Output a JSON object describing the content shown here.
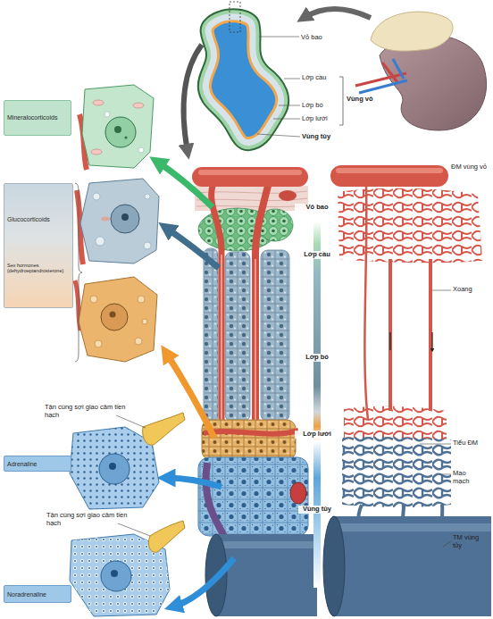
{
  "diagram": {
    "nodes": [
      {
        "text": [
          "Mineralocorticoids"
        ]
      },
      {
        "text": [
          "Glucocorticoids",
          "Sex hormones (dehydroepiandrosterone)"
        ]
      },
      {
        "text": [
          "Adrenaline"
        ]
      },
      {
        "text": [
          "Noradrenaline"
        ]
      }
    ],
    "labels": [
      "Vỏ bao",
      "Lớp cầu",
      "Lớp bó",
      "Lớp lưới",
      "Vùng vỏ",
      "Vùng tủy",
      "ĐM vùng vỏ",
      "Vỏ bao",
      "Lớp cầu",
      "Xoang",
      "Lớp bó",
      "Tận cùng sợi giao cảm tiền hạch",
      "Lớp lưới",
      "Tiểu ĐM",
      "Mao mạch",
      "Vùng tủy",
      "TM vùng tủy",
      "Tận cùng sợi giao cảm tiền hạch"
    ]
  }
}
